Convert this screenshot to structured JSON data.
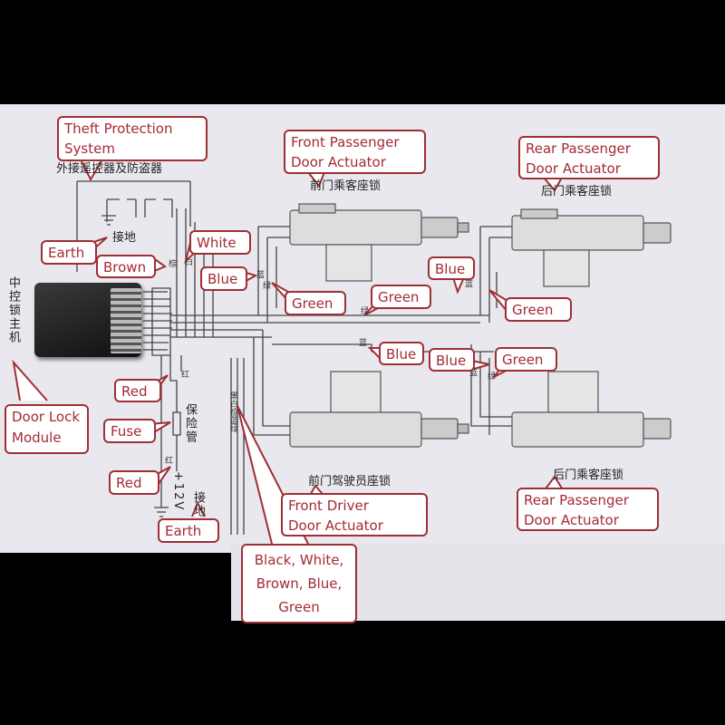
{
  "chinese_labels": {
    "remote_alarm": "外接遥控器及防盗器",
    "front_passenger_lock": "前门乘客座锁",
    "rear_passenger_lock_top": "后门乘客座锁",
    "central_lock_host": "中控锁主机",
    "ground_top": "接地",
    "front_driver_lock": "前门驾驶员座锁",
    "rear_passenger_lock_bottom": "后门乘客座锁",
    "fuse": "保险管",
    "plus12v": "+12V",
    "ground_bottom": "接地",
    "wire_red_1": "红",
    "wire_red_2": "红",
    "wire_white": "白",
    "wire_brown": "棕",
    "wire_blue_1": "蓝",
    "wire_green_1": "绿",
    "wire_blue_2": "蓝",
    "wire_green_2": "绿",
    "wire_blue_3": "蓝",
    "wire_blue_4": "蓝",
    "wire_green_3": "绿",
    "wire_bundle": "黑白棕蓝绿"
  },
  "callouts": {
    "theft_protection_line1": "Theft Protection",
    "theft_protection_line2": "System",
    "front_passenger_line1": "Front Passenger",
    "front_passenger_line2": "Door Actuator",
    "rear_passenger_top_line1": "Rear Passenger",
    "rear_passenger_top_line2": "Door Actuator",
    "earth_top": "Earth",
    "white": "White",
    "brown": "Brown",
    "blue_1": "Blue",
    "green_1": "Green",
    "green_2": "Green",
    "blue_2": "Blue",
    "green_3": "Green",
    "blue_3": "Blue",
    "blue_4": "Blue",
    "green_4": "Green",
    "red_1": "Red",
    "door_lock_line1": "Door Lock",
    "door_lock_line2": "Module",
    "fuse": "Fuse",
    "red_2": "Red",
    "earth_bottom": "Earth",
    "front_driver_line1": "Front Driver",
    "front_driver_line2": "Door Actuator",
    "rear_passenger_bottom_line1": "Rear Passenger",
    "rear_passenger_bottom_line2": "Door Actuator",
    "bundle_line1": "Black, White,",
    "bundle_line2": "Brown, Blue,",
    "bundle_line3": "Green"
  },
  "colors": {
    "callout_border": "#9e2f35",
    "callout_text": "#a52a34",
    "paper": "#e9e8ee",
    "wire": "#333333"
  }
}
